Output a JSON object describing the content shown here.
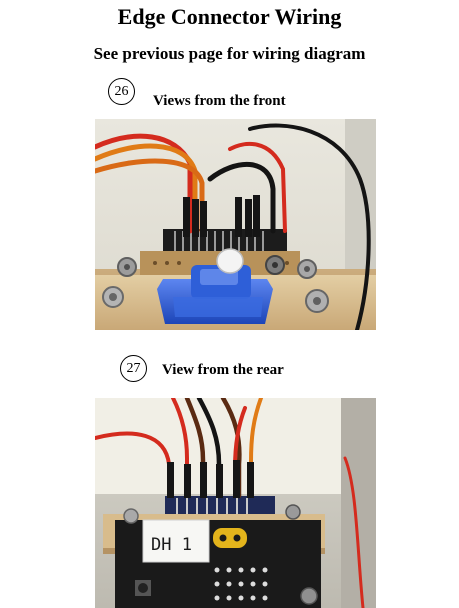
{
  "page": {
    "title": "Edge Connector Wiring",
    "subtitle": "See previous page for wiring diagram"
  },
  "steps": [
    {
      "number": "26",
      "caption": "Views from the front",
      "photo_label": ""
    },
    {
      "number": "27",
      "caption": "View from the rear",
      "photo_label": "DH 1"
    }
  ],
  "colors": {
    "wire_orange": "#e07b16",
    "wire_red": "#d42b1e",
    "wire_brown": "#5a2a12",
    "wire_black": "#141414",
    "servo_blue": "#2a5bd6",
    "board_wood": "#d8bc8c"
  }
}
